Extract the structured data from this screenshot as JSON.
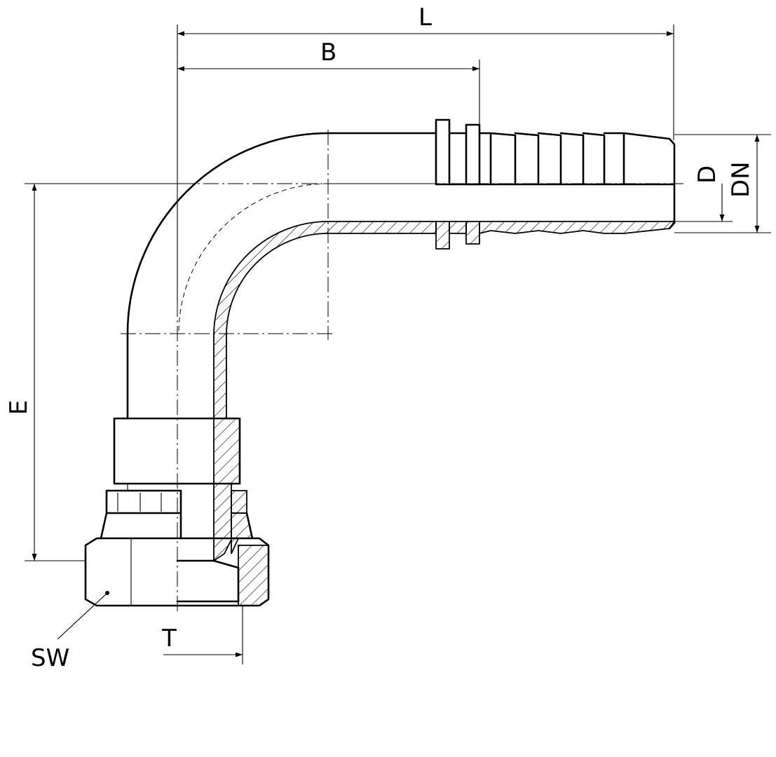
{
  "labels": {
    "L": "L",
    "B": "B",
    "D": "D",
    "DN": "DN",
    "E": "E",
    "T": "T",
    "SW": "SW"
  },
  "colors": {
    "line": "#000000",
    "background": "#ffffff"
  }
}
